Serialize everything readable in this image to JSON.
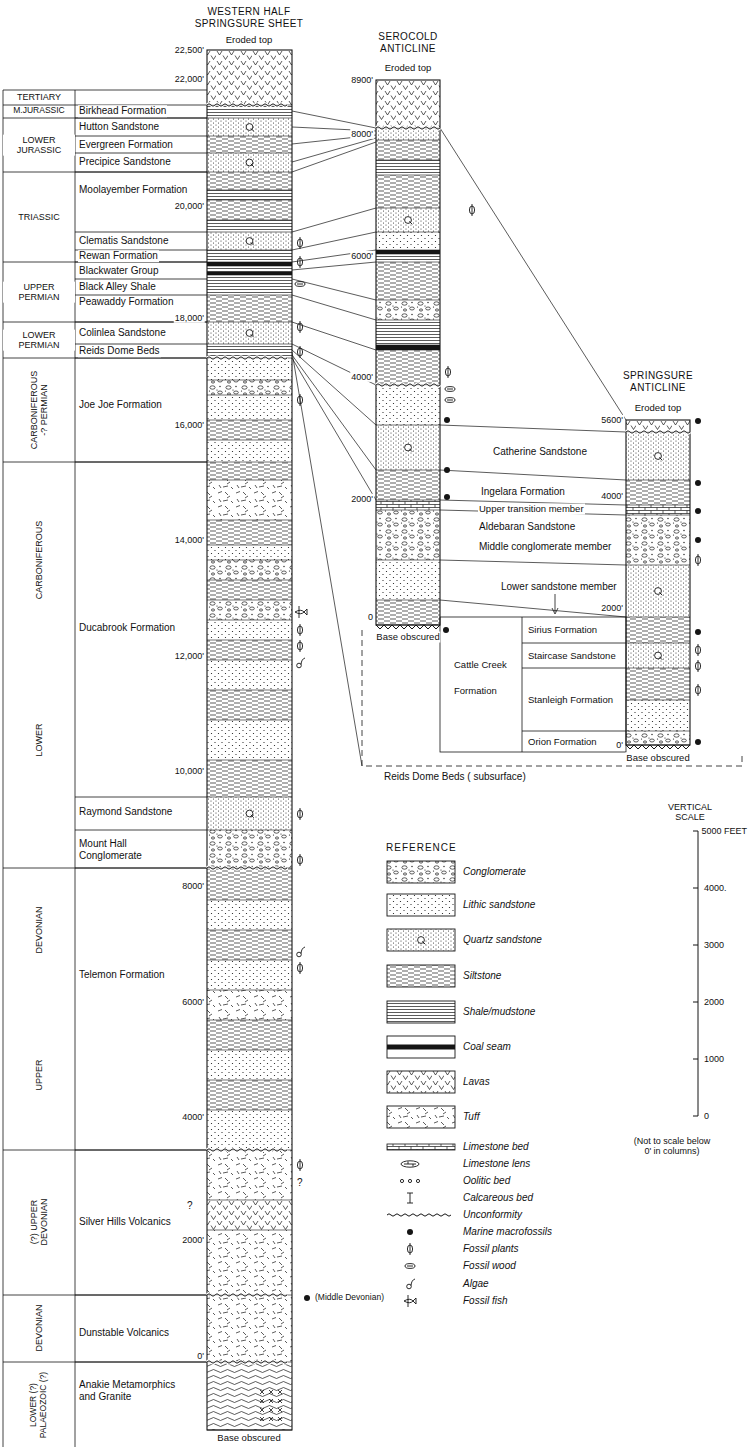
{
  "diagram": {
    "labels": [
      "WESTERN HALF SPRINGSURE SHEET",
      "Eroded top",
      "22,500'",
      "22,000'",
      "20,000'",
      "18,000'",
      "16,000'",
      "14,000'",
      "12,000'",
      "10,000'",
      "8000'",
      "6000'",
      "4000'",
      "2000'",
      "0'",
      "TERTIARY",
      "M.JURASSIC",
      "LOWER JURASSIC",
      "TRIASSIC",
      "UPPER PERMIAN",
      "LOWER PERMIAN",
      "CARBONIFEROUS -? PERMIAN",
      "CARBONIFEROUS",
      "LOWER",
      "DEVONIAN",
      "UPPER",
      "(?) UPPER DEVONIAN",
      "DEVONIAN",
      "LOWER (?) PALAEOZOIC (?)",
      "Birkhead Formation",
      "Hutton Sandstone",
      "Evergreen Formation",
      "Precipice Sandstone",
      "Moolayember Formation",
      "Clematis Sandstone",
      "Rewan Formation",
      "Blackwater Group",
      "Black Alley Shale",
      "Peawaddy Formation",
      "Colinlea Sandstone",
      "Reids Dome Beds",
      "Joe Joe Formation",
      "Ducabrook Formation",
      "Raymond Sandstone",
      "Mount Hall Conglomerate",
      "Telemon Formation",
      "Silver Hills Volcanics",
      "?",
      "?",
      "Dunstable Volcanics",
      "Anakie Metamorphics and Granite",
      "(Middle Devonian)",
      "Base obscured",
      "SEROCOLD ANTICLINE",
      "Eroded top",
      "8900'",
      "8000'",
      "6000'",
      "4000'",
      "2000'",
      "0",
      "Base obscured",
      "Catherine Sandstone",
      "Ingelara Formation",
      "Upper transition member",
      "Aldebaran Sandstone",
      "Middle conglomerate member",
      "Lower sandstone member",
      "Cattle Creek Formation",
      "Sirius Formation",
      "Staircase Sandstone",
      "Stanleigh Formation",
      "Orion Formation",
      "Reids Dome Beds ( subsurface)",
      "SPRINGSURE ANTICLINE",
      "Eroded top",
      "5600'",
      "4000'",
      "2000'",
      "0'",
      "Base obscured",
      "REFERENCE",
      "VERTICAL SCALE",
      "5000 FEET",
      "4000.",
      "3000",
      "2000",
      "1000",
      "0",
      "(Not to scale below 0' in columns)"
    ],
    "legend": [
      {
        "text": "Conglomerate"
      },
      {
        "text": "Lithic sandstone"
      },
      {
        "text": "Quartz sandstone"
      },
      {
        "text": "Siltstone"
      },
      {
        "text": "Shale/mudstone"
      },
      {
        "text": "Coal seam"
      },
      {
        "text": "Lavas"
      },
      {
        "text": "Tuff"
      },
      {
        "text": "Limestone bed"
      },
      {
        "text": "Limestone lens"
      },
      {
        "text": "Oolitic bed"
      },
      {
        "text": "Calcareous bed"
      },
      {
        "text": "Unconformity"
      },
      {
        "text": "Marine macrofossils"
      },
      {
        "text": "Fossil plants"
      },
      {
        "text": "Fossil wood"
      },
      {
        "text": "Algae"
      },
      {
        "text": "Fossil fish"
      }
    ]
  }
}
